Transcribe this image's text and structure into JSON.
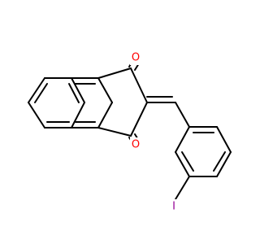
{
  "molecule": {
    "atoms": {
      "oxygen_top": {
        "label": "O",
        "color": "#ff0000"
      },
      "oxygen_bottom": {
        "label": "O",
        "color": "#ff0000"
      },
      "iodine": {
        "label": "I",
        "color": "#940094"
      }
    },
    "bond_color": "#000000",
    "background": "#ffffff"
  }
}
